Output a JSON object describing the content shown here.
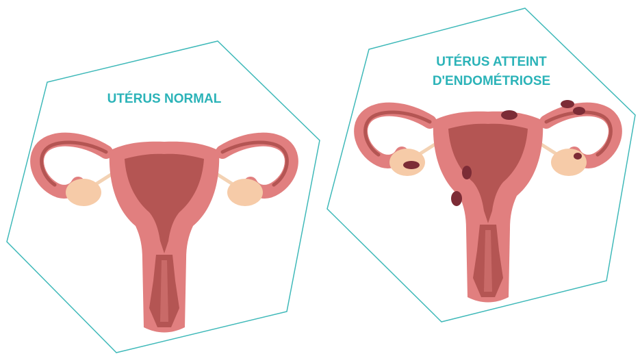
{
  "colors": {
    "frame": "#3fb9b9",
    "title": "#2bb3b8",
    "tissue_outer": "#e17f7f",
    "tissue_dark": "#b45553",
    "tissue_mid": "#c96a68",
    "ovary": "#f6cba8",
    "ligament": "#f3d2b3",
    "lesion": "#7c2c36"
  },
  "panels": [
    {
      "title_lines": [
        "UTÉRUS NORMAL"
      ],
      "condition": "normal"
    },
    {
      "title_lines": [
        "UTÉRUS ATTEINT",
        "D'ENDOMÉTRIOSE"
      ],
      "condition": "endometriosis"
    }
  ]
}
